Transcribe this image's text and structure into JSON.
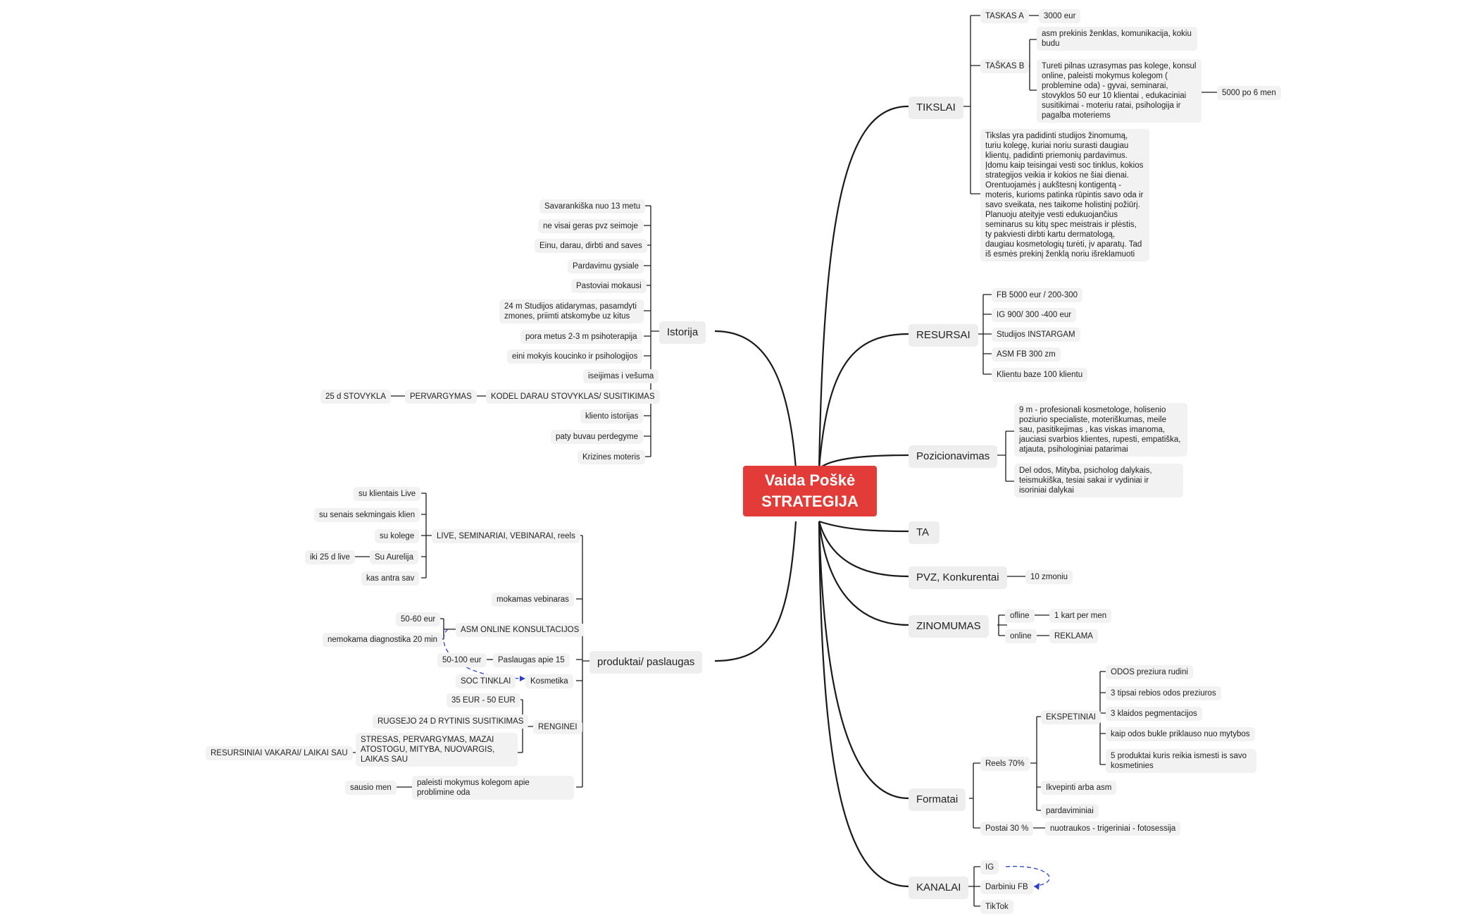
{
  "root": {
    "line1": "Vaida Poškė",
    "line2": "STRATEGIJA"
  },
  "colors": {
    "root_bg": "#e23b38",
    "node_bg": "#f2f2f2",
    "line": "#1a1a1a",
    "relation": "#2b3fc9"
  },
  "tikslai": {
    "label": "TIKSLAI",
    "taskas_a": {
      "label": "TASKAS A",
      "value": "3000 eur"
    },
    "taskas_b": {
      "label": "TAŠKAS B",
      "item1": "asm prekinis ženklas, komunikacija, kokiu budu",
      "item2": "Tureti pilnas uzrasymas pas kolege, konsul online, paleisti mokymus kolegom ( problemine oda) - gyvai, seminarai, stovyklos 50 eur 10 klientai , edukaciniai susitikimai - moteriu ratai, psihologija ir pagalba moteriems",
      "item2_value": "5000 po 6 men"
    },
    "description": "Tikslas yra padidinti studijos žinomumą, turiu kolegę, kuriai noriu surasti daugiau klientų, padidinti priemonių pardavimus. Įdomu kaip teisingai vesti soc tinklus, kokios strategijos veikia ir kokios ne šiai dienai. Orentuojamės į aukštesnį kontigentą - moteris, kurioms patinka rūpintis savo oda ir savo sveikata, nes taikome holistinį požiūrį. Planuoju ateityje vesti edukuojančius seminarus su kitų spec meistrais ir plėstis, ty pakviesti dirbti kartu dermatologą, daugiau kosmetologių turėti, įv aparatų. Tad iš esmės prekinį ženklą noriu išreklamuoti"
  },
  "resursai": {
    "label": "RESURSAI",
    "items": [
      "FB 5000 eur / 200-300",
      "IG 900/ 300 -400 eur",
      "Studijos INSTARGAM",
      "ASM FB 300 zm",
      "Klientu baze 100 klientu"
    ]
  },
  "pozicionavimas": {
    "label": "Pozicionavimas",
    "items": [
      "9 m - profesionali kosmetologe, holisenio poziurio specialiste, moteriškumas, meile sau, pasitikejimas , kas viskas imanoma, jauciasi svarbios klientes, rupesti, empatiška, atjauta, psihologiniai  patarimai",
      "Del odos, Mityba, psicholog dalykais, teismukiška, tesiai sakai ir vydiniai ir isoriniai dalykai"
    ]
  },
  "ta": {
    "label": "TA"
  },
  "pvz": {
    "label": "PVZ, Konkurentai",
    "value": "10 zmoniu"
  },
  "zinomumas": {
    "label": "ZINOMUMAS",
    "offline": {
      "label": "ofline",
      "value": "1 kart per men"
    },
    "online": {
      "label": "online",
      "value": "REKLAMA"
    }
  },
  "formatai": {
    "label": "Formatai",
    "reels": {
      "label": "Reels 70%",
      "eksp_label": "EKSPETINIAI",
      "eksp_items": [
        "ODOS preziura rudini",
        "3 tipsai rebios odos preziuros",
        "3 klaidos pegmentacijos",
        "kaip odos bukle priklauso nuo mytybos",
        "5 produktai kuris reikia ismesti is savo kosmetinies"
      ],
      "other": [
        "Ikvepinti arba asm",
        "pardaviminiai"
      ]
    },
    "postai": {
      "label": "Postai 30 %",
      "value": "nuotraukos  - trigeriniai - fotosessija"
    }
  },
  "kanalai": {
    "label": "KANALAI",
    "items": [
      "IG",
      "Darbiniu FB",
      "TikTok"
    ]
  },
  "istorija": {
    "label": "Istorija",
    "items": [
      "Savarankiška nuo 13 metu",
      "ne visai geras pvz seimoje",
      "Einu, darau, dirbti and saves",
      "Pardavimu gysiale",
      "Pastoviai mokausi",
      "24 m Studijos atidarymas, pasamdyti zmones, priimti atskomybe uz kitus",
      "pora metus 2-3 m psihoterapija",
      "eini mokyis koucinko ir psihologijos",
      "iseijimas i vešuma",
      "KODEL DARAU STOVYKLAS/ SUSITIKIMAS",
      "kliento istorijas",
      "paty buvau perdegyme",
      "Krizines moteris"
    ],
    "pervargymas": "PERVARGYMAS",
    "stovykla": "25 d STOVYKLA"
  },
  "produktai": {
    "label": "produktai/ paslaugas",
    "live": {
      "label": "LIVE, SEMINARIAI, VEBINARAI, reels",
      "items": [
        "su klientais Live",
        "su senais sekmingais  klien",
        "su kolege",
        "Su Aurelija",
        "kas antra sav"
      ],
      "aurelija_note": "iki 25 d live"
    },
    "mokamas": "mokamas vebinaras",
    "asm": {
      "label": "ASM ONLINE KONSULTACIJOS",
      "items": [
        "50-60 eur",
        "nemokama diagnostika 20 min"
      ]
    },
    "paslaugas": {
      "label": "Paslaugas apie 15",
      "value": "50-100 eur"
    },
    "kosmetika": {
      "label": "Kosmetika",
      "value": "SOC TINKLAI"
    },
    "renginei": {
      "label": "RENGINEI",
      "items": [
        "35 EUR - 50 EUR",
        "RUGSEJO 24 D RYTINIS SUSITIKIMAS",
        "STRESAS, PERVARGYMAS, MAZAI ATOSTOGU, MITYBA, NUOVARGIS, LAIKAS SAU"
      ],
      "note": "RESURSINIAI VAKARAI/ LAIKAI SAU"
    },
    "paleisti": {
      "label": "paleisti mokymus kolegom apie problimine oda",
      "value": "sausio men"
    }
  }
}
